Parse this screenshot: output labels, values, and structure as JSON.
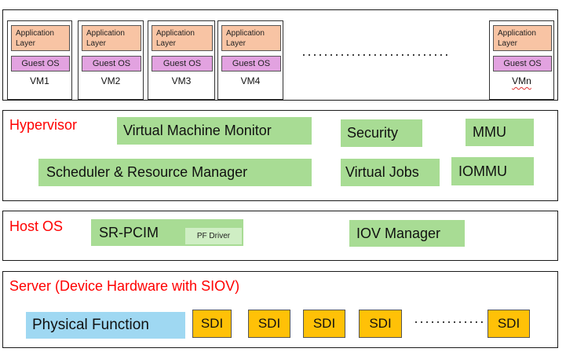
{
  "vm_layer": {
    "vms": [
      {
        "app": "Application Layer",
        "guest": "Guest OS",
        "name": "VM1"
      },
      {
        "app": "Application Layer",
        "guest": "Guest OS",
        "name": "VM2"
      },
      {
        "app": "Application Layer",
        "guest": "Guest OS",
        "name": "VM3"
      },
      {
        "app": "Application Layer",
        "guest": "Guest OS",
        "name": "VM4"
      },
      {
        "app": "Application Layer",
        "guest": "Guest OS",
        "name": "VMn"
      }
    ],
    "ellipsis": "···························"
  },
  "hypervisor": {
    "title": "Hypervisor",
    "vmm": "Virtual Machine Monitor",
    "security": "Security",
    "mmu": "MMU",
    "scheduler": "Scheduler & Resource Manager",
    "virtual_jobs": "Virtual Jobs",
    "iommu": "IOMMU"
  },
  "host_os": {
    "title": "Host OS",
    "sr_pcim": "SR-PCIM",
    "pf_driver": "PF Driver",
    "iov_manager": "IOV Manager"
  },
  "server": {
    "title": "Server (Device Hardware with SIOV)",
    "physical_function": "Physical Function",
    "sdi": [
      "SDI",
      "SDI",
      "SDI",
      "SDI",
      "SDI"
    ],
    "ellipsis": "·············"
  },
  "colors": {
    "title_red": "#ff0000",
    "green_block": "#a8dc94",
    "app_layer": "#f8c4a4",
    "guest_os": "#e2a2e0",
    "physical_function": "#9fd8f2",
    "sdi": "#ffc107"
  }
}
